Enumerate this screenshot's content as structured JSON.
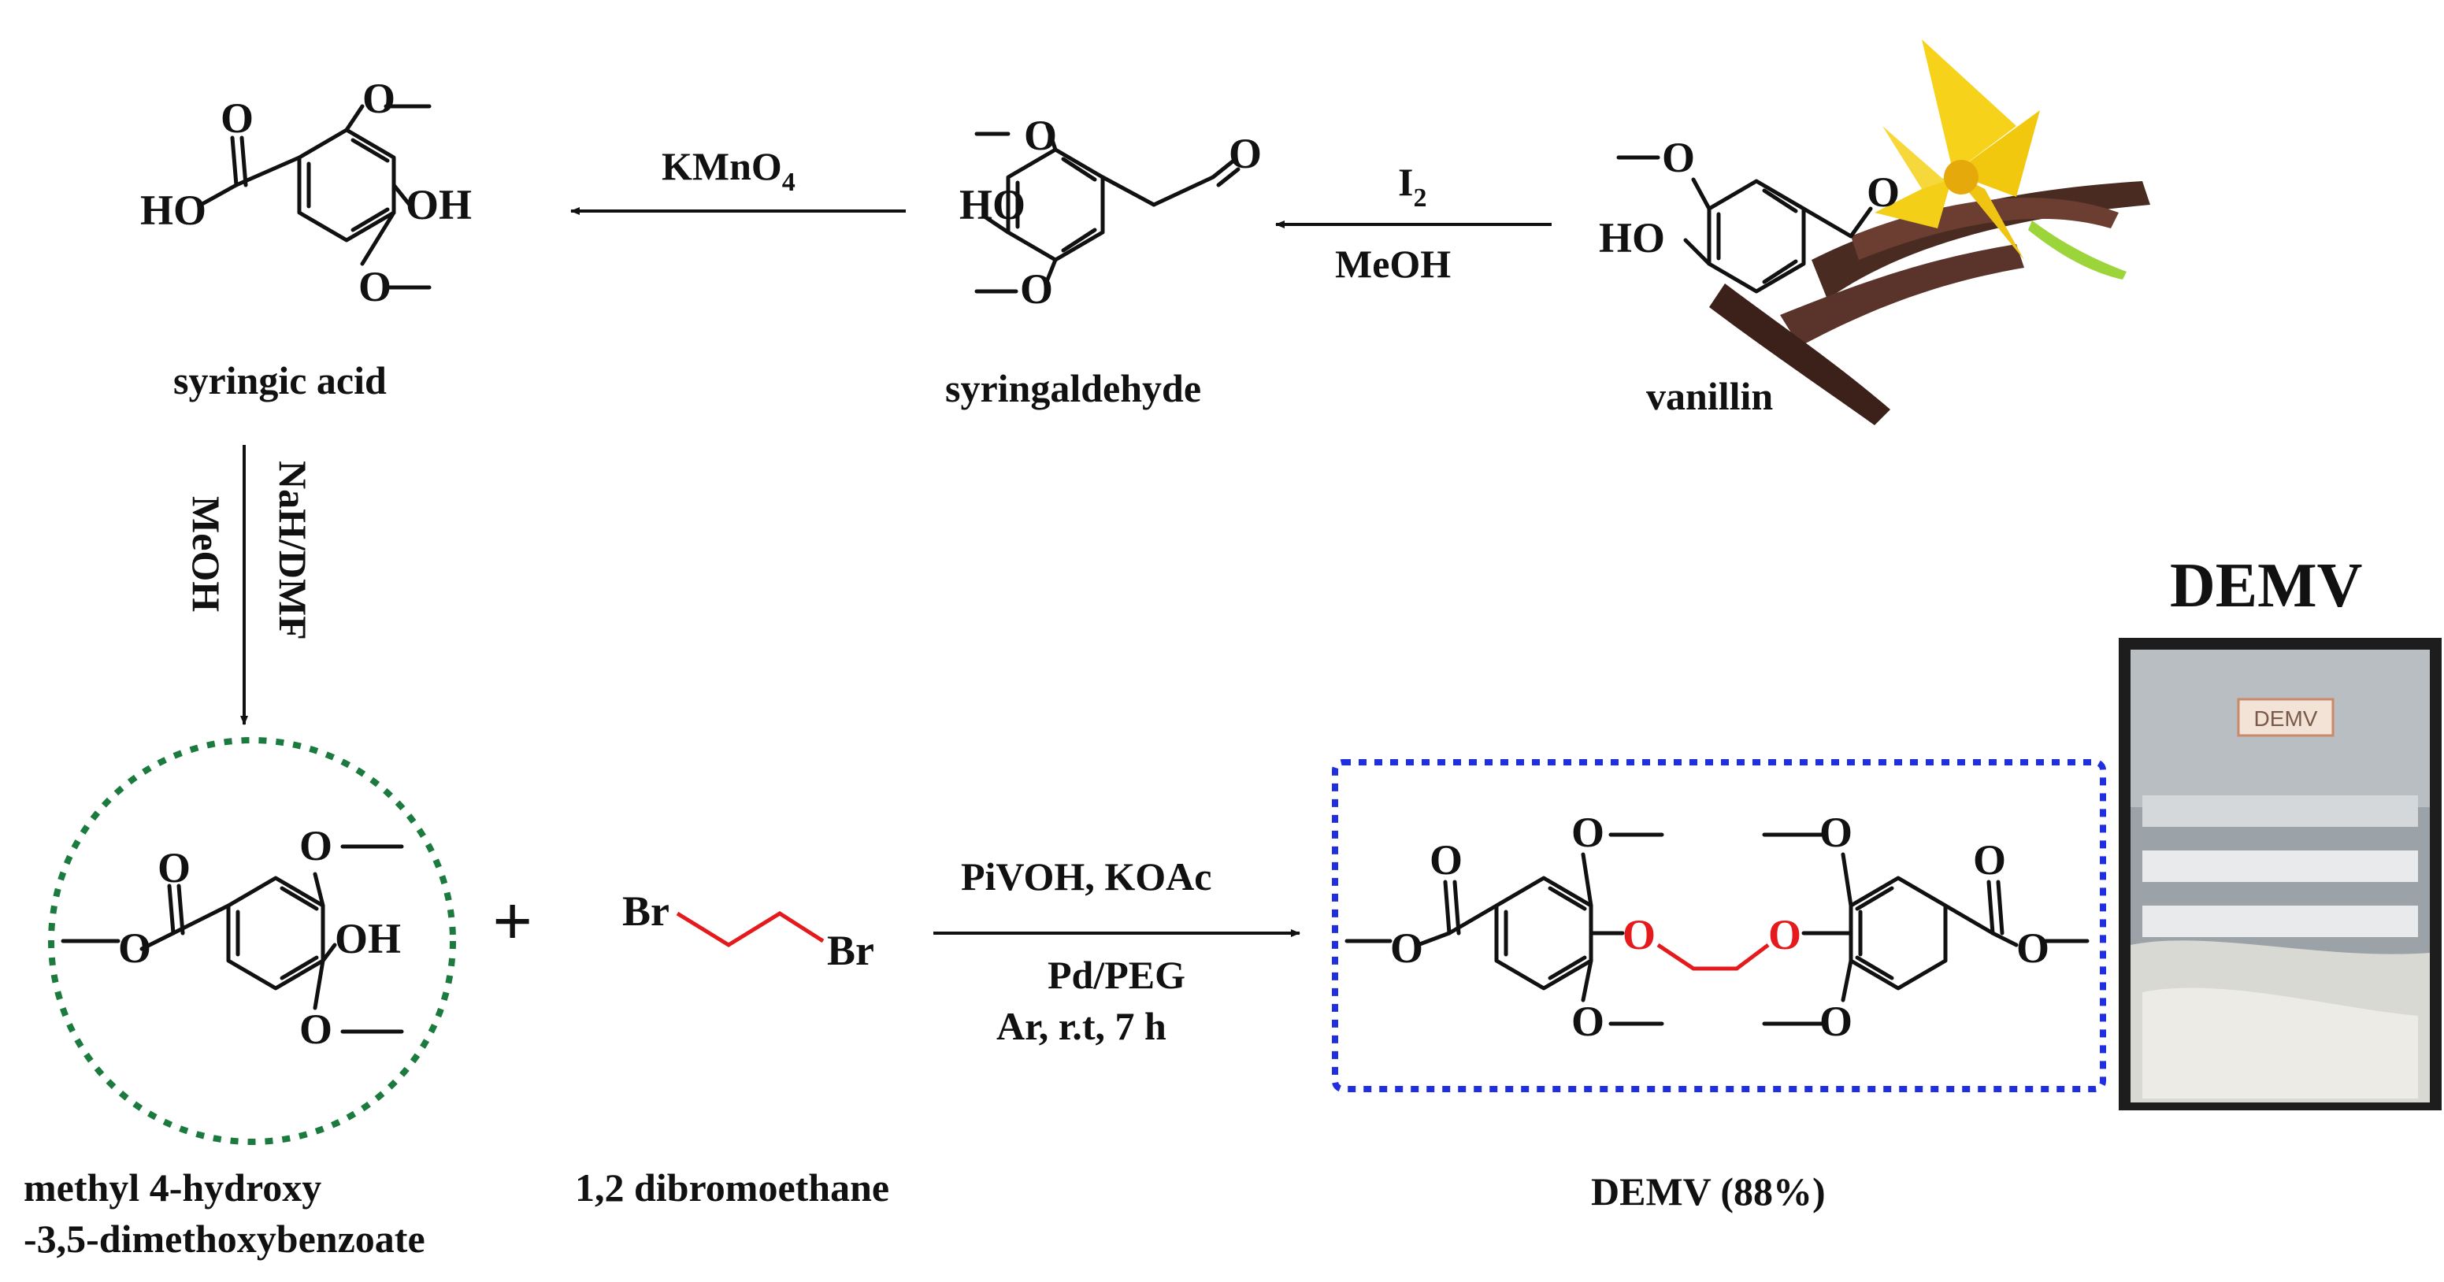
{
  "compounds": {
    "syringic_acid": "syringic acid",
    "syringaldehyde": "syringaldehyde",
    "vanillin": "vanillin",
    "methyl_ester": [
      "methyl 4-hydroxy",
      "-3,5-dimethoxybenzoate"
    ],
    "dibromoethane": "1,2 dibromoethane",
    "demv_product": "DEMV (88%)"
  },
  "reagents": {
    "step1_top": "I",
    "step1_top_sub": "2",
    "step1_bottom": "MeOH",
    "step2_top": "KMnO",
    "step2_top_sub": "4",
    "step3_line1": "NaH/DMF",
    "step3_line2": "MeOH",
    "step4_line1": "PiVOH, KOAc",
    "step4_line2": "Pd/PEG",
    "step4_line3": "Ar, r.t,  7 h"
  },
  "photo": {
    "title": "DEMV",
    "bag_label": "DEMV"
  },
  "plus": "+",
  "atoms": {
    "O": "O",
    "OH": "OH",
    "HO": "HO",
    "Br": "Br"
  },
  "colors": {
    "circle_highlight": "#1b7a3e",
    "product_box": "#1f2fe0",
    "new_bonds": "#e41a1c",
    "flower": "#f6d21b",
    "vanilla_pod": "#4a2b22"
  }
}
